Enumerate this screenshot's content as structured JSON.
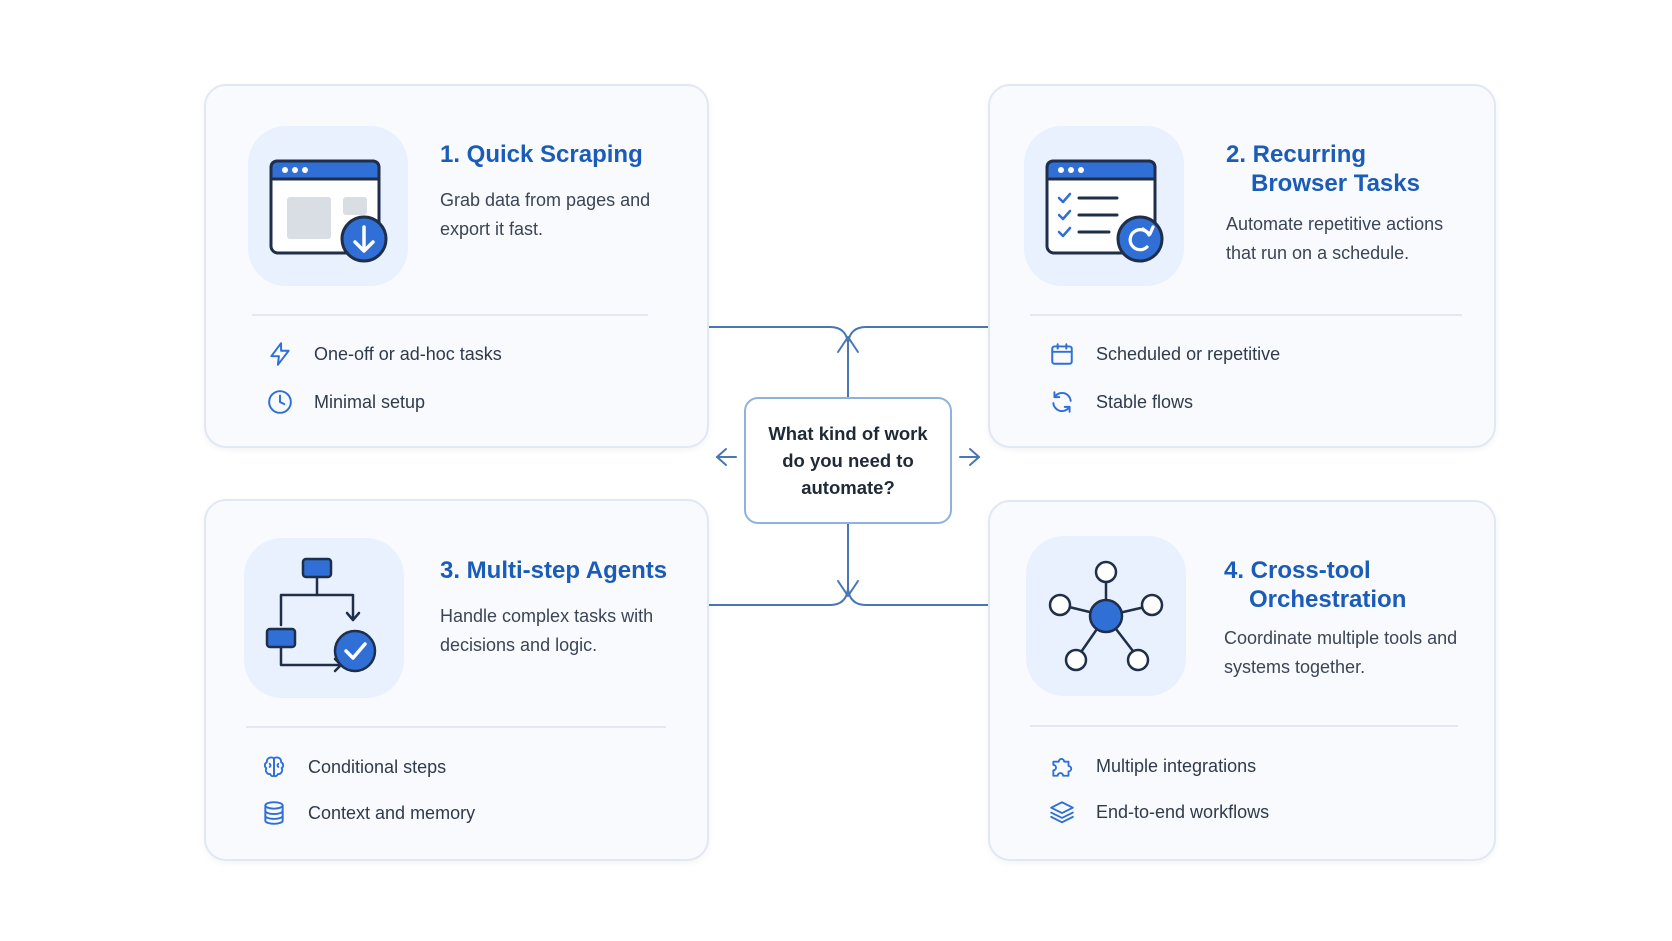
{
  "center": {
    "question": "What kind of work do you need to automate?"
  },
  "cards": [
    {
      "title_line1": "1. Quick Scraping",
      "title_line2": "",
      "description": "Grab data from pages and export it fast.",
      "features": [
        {
          "icon": "lightning-icon",
          "label": "One-off or ad-hoc tasks"
        },
        {
          "icon": "clock-icon",
          "label": "Minimal setup"
        }
      ]
    },
    {
      "title_line1": "2. Recurring",
      "title_line2": "Browser Tasks",
      "description": "Automate repetitive actions that run on a schedule.",
      "features": [
        {
          "icon": "calendar-icon",
          "label": "Scheduled or repetitive"
        },
        {
          "icon": "refresh-icon",
          "label": "Stable flows"
        }
      ]
    },
    {
      "title_line1": "3. Multi-step Agents",
      "title_line2": "",
      "description": "Handle complex tasks with decisions and logic.",
      "features": [
        {
          "icon": "brain-icon",
          "label": "Conditional steps"
        },
        {
          "icon": "database-icon",
          "label": "Context and memory"
        }
      ]
    },
    {
      "title_line1": "4. Cross-tool",
      "title_line2": "Orchestration",
      "description": "Coordinate multiple tools and systems together.",
      "features": [
        {
          "icon": "puzzle-icon",
          "label": "Multiple integrations"
        },
        {
          "icon": "layers-icon",
          "label": "End-to-end workflows"
        }
      ]
    }
  ],
  "colors": {
    "accent": "#1a5cb8",
    "icon_blue": "#2f6fd6",
    "connector": "#4a76b3",
    "card_bg": "#f8fafd",
    "icon_tile_bg": "#e8f1fd"
  }
}
